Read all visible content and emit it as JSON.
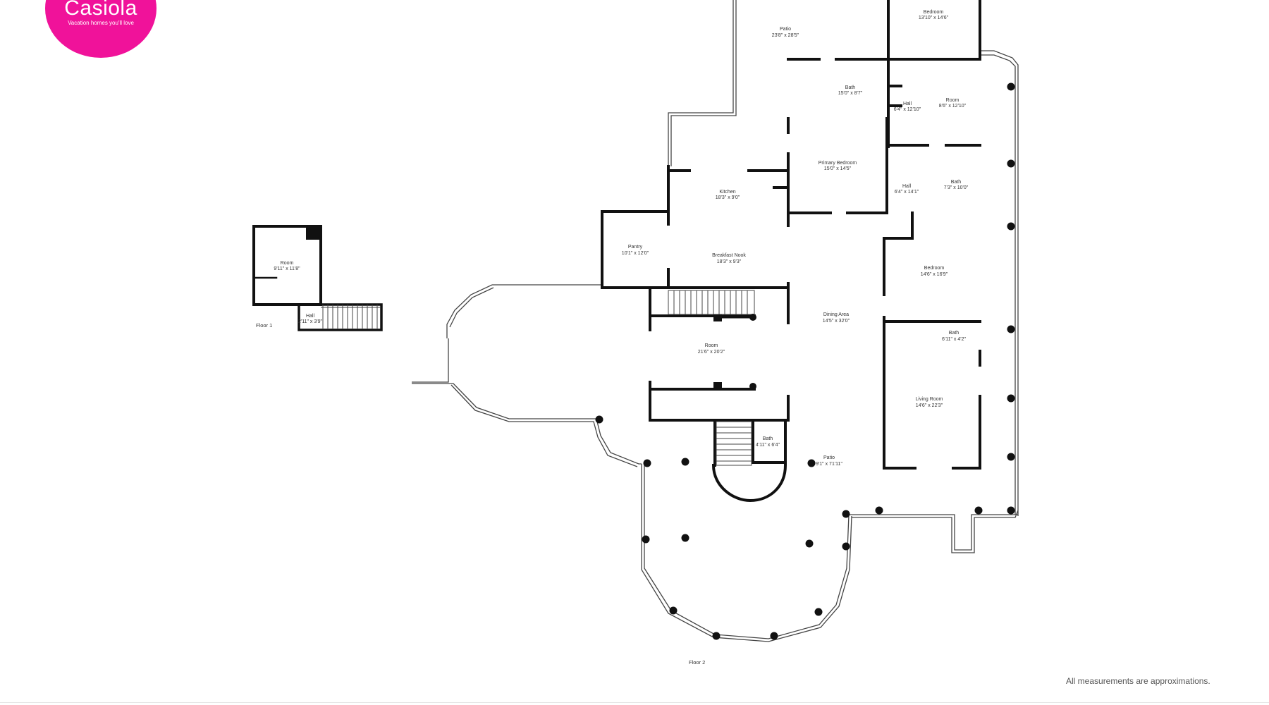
{
  "brand": {
    "name": "Casiola",
    "tagline": "Vacation homes you'll love",
    "color": "#f0129a"
  },
  "floors": [
    {
      "label": "Floor 1",
      "rooms": [
        {
          "name": "Room",
          "size": "9'11\" x 11'8\""
        },
        {
          "name": "Hall",
          "size": "2'11\" x 3'9\""
        }
      ]
    },
    {
      "label": "Floor 2",
      "rooms": [
        {
          "name": "Patio",
          "size": "23'8\" x 28'5\""
        },
        {
          "name": "Bedroom",
          "size": "13'10\" x 14'6\""
        },
        {
          "name": "Bath",
          "size": "15'0\" x 8'7\""
        },
        {
          "name": "Hall",
          "size": "6'4\" x 12'10\""
        },
        {
          "name": "Room",
          "size": "8'6\" x 12'10\""
        },
        {
          "name": "Primary Bedroom",
          "size": "15'0\" x 14'5\""
        },
        {
          "name": "Hall",
          "size": "6'4\" x 14'1\""
        },
        {
          "name": "Bath",
          "size": "7'3\" x 10'0\""
        },
        {
          "name": "Kitchen",
          "size": "18'3\" x 9'0\""
        },
        {
          "name": "Pantry",
          "size": "10'1\" x 12'0\""
        },
        {
          "name": "Breakfast Nook",
          "size": "18'3\" x 9'3\""
        },
        {
          "name": "Bedroom",
          "size": "14'6\" x 16'9\""
        },
        {
          "name": "Dining Area",
          "size": "14'5\" x 32'0\""
        },
        {
          "name": "Bath",
          "size": "6'11\" x 4'2\""
        },
        {
          "name": "Room",
          "size": "21'6\" x 20'2\""
        },
        {
          "name": "Living Room",
          "size": "14'6\" x 22'3\""
        },
        {
          "name": "Bath",
          "size": "4'11\" x 6'4\""
        },
        {
          "name": "Patio",
          "size": "9'1\" x 71'11\""
        }
      ]
    }
  ],
  "footnote": "All measurements are approximations."
}
